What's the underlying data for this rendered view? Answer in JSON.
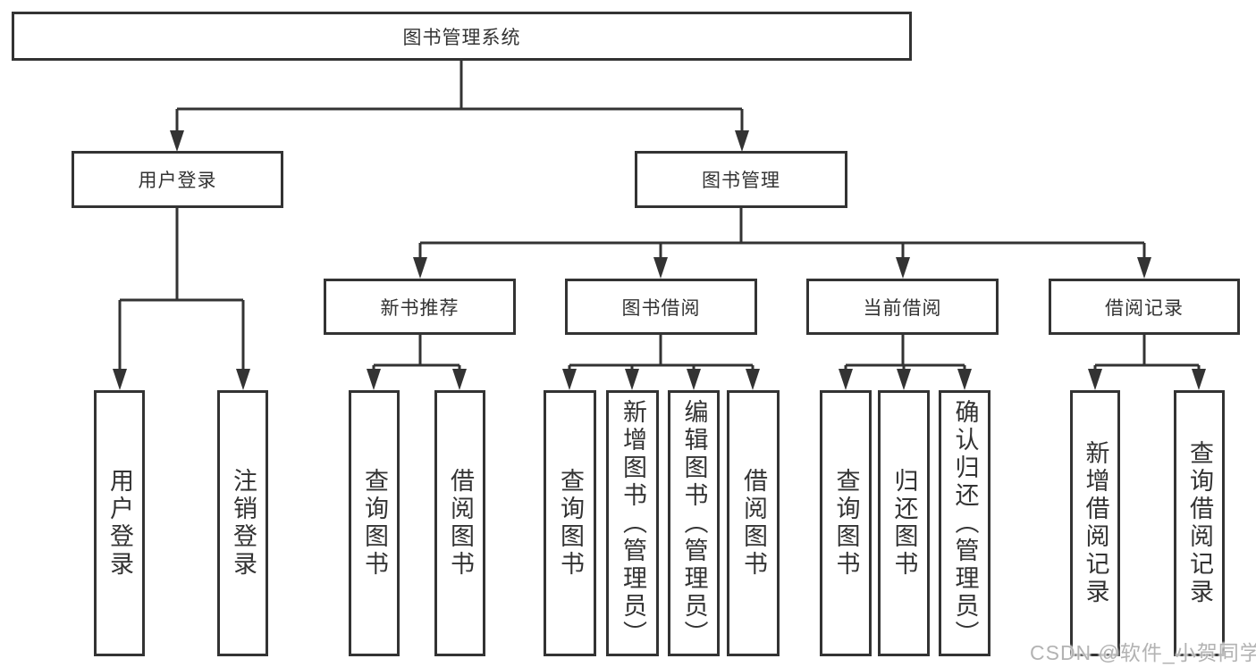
{
  "colors": {
    "line": "#333333",
    "box_border": "#333333",
    "text": "#333333",
    "watermark": "#b3b3b3",
    "background": "#ffffff"
  },
  "tree": {
    "label": "图书管理系统",
    "children": [
      {
        "label": "用户登录",
        "children": [
          {
            "label": "用户登录"
          },
          {
            "label": "注销登录"
          }
        ]
      },
      {
        "label": "图书管理",
        "children": [
          {
            "label": "新书推荐",
            "children": [
              {
                "label": "查询图书"
              },
              {
                "label": "借阅图书"
              }
            ]
          },
          {
            "label": "图书借阅",
            "children": [
              {
                "label": "查询图书"
              },
              {
                "label": "新增图书（管理员）"
              },
              {
                "label": "编辑图书（管理员）"
              },
              {
                "label": "借阅图书"
              }
            ]
          },
          {
            "label": "当前借阅",
            "children": [
              {
                "label": "查询图书"
              },
              {
                "label": "归还图书"
              },
              {
                "label": "确认归还（管理员）"
              }
            ]
          },
          {
            "label": "借阅记录",
            "children": [
              {
                "label": "新增借阅记录"
              },
              {
                "label": "查询借阅记录"
              }
            ]
          }
        ]
      }
    ]
  },
  "watermark": "CSDN @软件_小贺同学"
}
